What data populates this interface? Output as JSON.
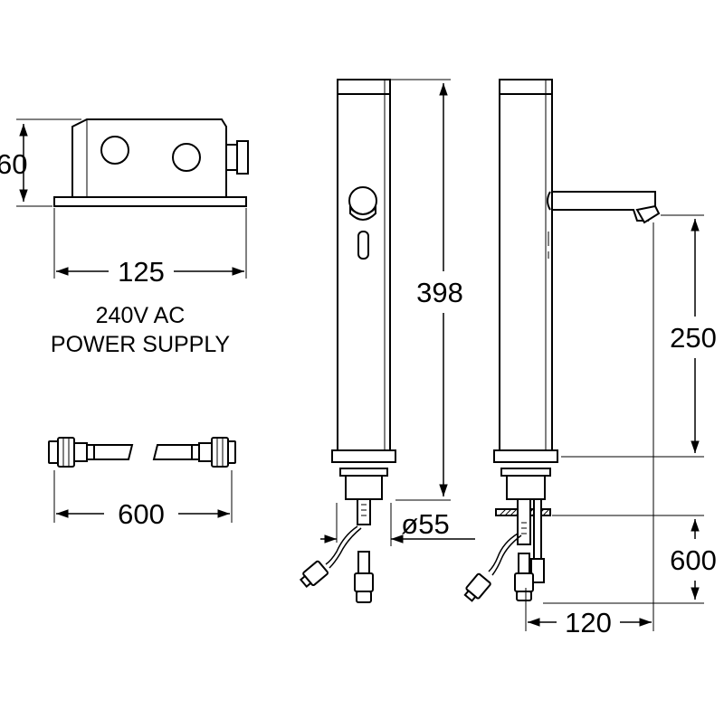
{
  "power_box": {
    "height_label": "60",
    "width_label": "125",
    "caption_line1": "240V AC",
    "caption_line2": "POWER SUPPLY"
  },
  "hose": {
    "length_label": "600"
  },
  "front_view": {
    "height_label": "398",
    "diameter_label": "ø55"
  },
  "side_view": {
    "spout_height_label": "250",
    "hose_label": "600",
    "reach_label": "120"
  }
}
